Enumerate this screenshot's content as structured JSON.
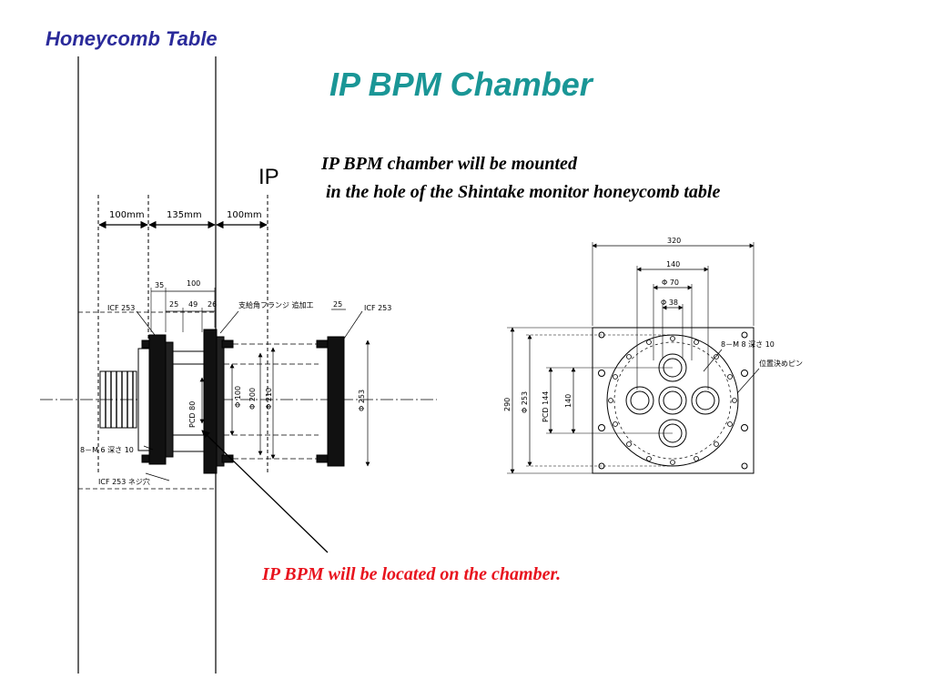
{
  "header": {
    "section_label": "Honeycomb Table",
    "title": "IP BPM Chamber"
  },
  "description": {
    "line1": "IP BPM chamber will be mounted",
    "line2": " in the hole of the Shintake monitor honeycomb table"
  },
  "ip_label": "IP",
  "note": "IP BPM will be located on the chamber.",
  "spacing": {
    "left": "100mm",
    "center": "135mm",
    "right": "100mm"
  },
  "side_view": {
    "dim_35": "35",
    "dim_100": "100",
    "dim_25a": "25",
    "dim_49": "49",
    "dim_26": "26",
    "dim_25b": "25",
    "icf_left": "ICF 253",
    "icf_right": "ICF 253",
    "flange_note": "支給角フランジ 追加工",
    "pcd_80": "PCD 80",
    "phi_100": "Φ 100",
    "phi_200": "Φ 200",
    "phi_210": "Φ 210",
    "phi_253": "Φ 253",
    "m6_note": "8－M 6 深さ 10",
    "icf_hole_note": "ICF 253 ネジ穴"
  },
  "front_view": {
    "dim_320": "320",
    "dim_140": "140",
    "phi_70": "Φ 70",
    "phi_38": "Φ 38",
    "m8_note": "8－M 8 深さ 10",
    "pin_note": "位置決めピン",
    "dim_290": "290",
    "phi_253": "Φ 253",
    "pcd_144": "PCD 144",
    "dim_140v": "140"
  },
  "colors": {
    "section_label": "#2a2a9a",
    "title": "#1a9696",
    "note": "#e8141e"
  }
}
